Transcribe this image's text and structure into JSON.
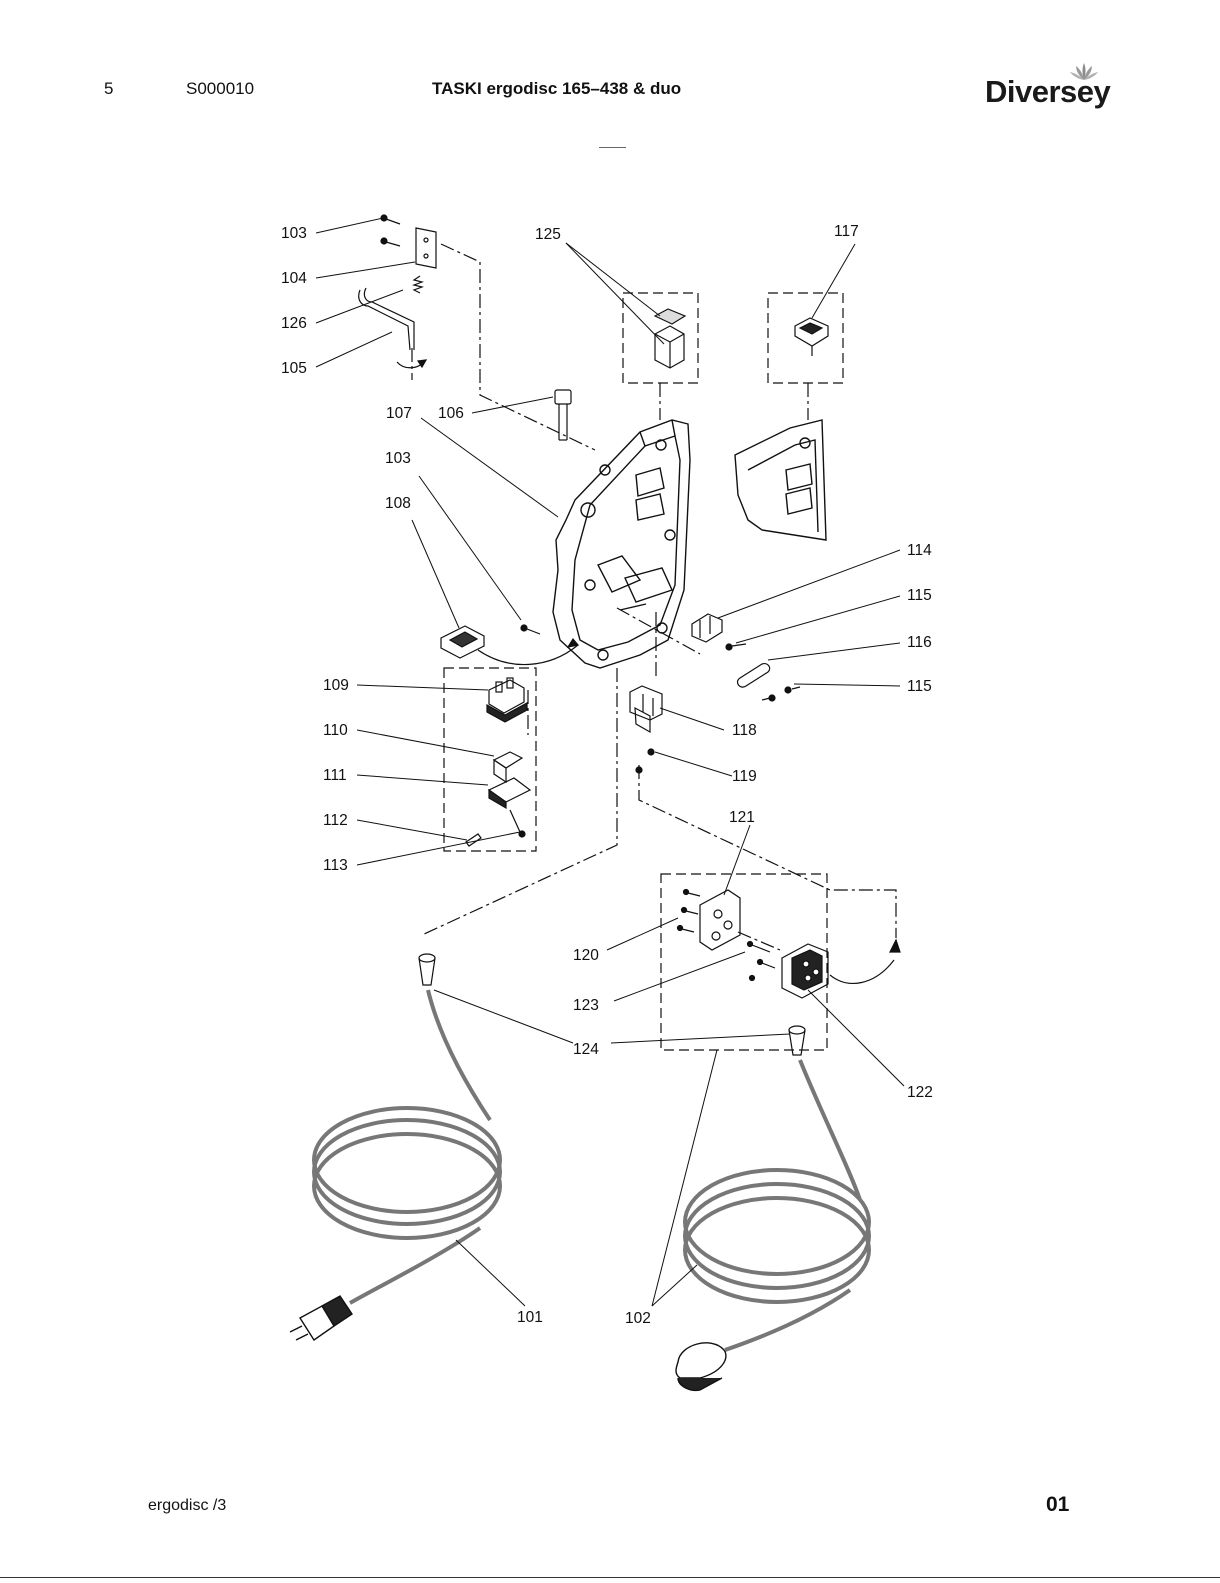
{
  "header": {
    "page_number": "5",
    "doc_code": "S000010",
    "title": "TASKI ergodisc 165–438 & duo",
    "brand": "Diversey"
  },
  "callouts": {
    "c101": "101",
    "c102": "102",
    "c103a": "103",
    "c103b": "103",
    "c104": "104",
    "c105": "105",
    "c106": "106",
    "c107": "107",
    "c108": "108",
    "c109": "109",
    "c110": "110",
    "c111": "111",
    "c112": "112",
    "c113": "113",
    "c114": "114",
    "c115a": "115",
    "c115b": "115",
    "c116": "116",
    "c117": "117",
    "c118": "118",
    "c119": "119",
    "c120": "120",
    "c121": "121",
    "c122": "122",
    "c123": "123",
    "c124": "124",
    "c125": "125",
    "c126": "126"
  },
  "footer": {
    "left": "ergodisc  /3",
    "right": "01"
  }
}
